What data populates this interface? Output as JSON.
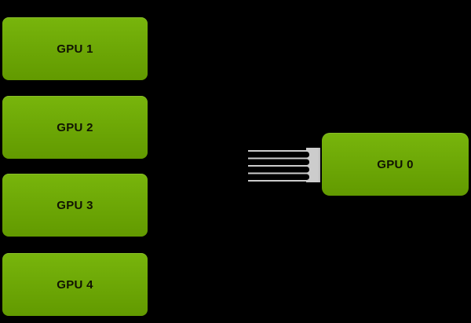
{
  "diagram": {
    "background": "#000000",
    "left_gpus": [
      {
        "label": "GPU 1"
      },
      {
        "label": "GPU 2"
      },
      {
        "label": "GPU 3"
      },
      {
        "label": "GPU 4"
      }
    ],
    "right_gpu": {
      "label": "GPU 0"
    },
    "bus": {
      "lanes": 5,
      "color": "#cccccc"
    },
    "colors": {
      "gpu_fill_top": "#78b50c",
      "gpu_fill_bottom": "#629a00",
      "gpu_label_text": "#101303",
      "background": "#000000"
    }
  }
}
